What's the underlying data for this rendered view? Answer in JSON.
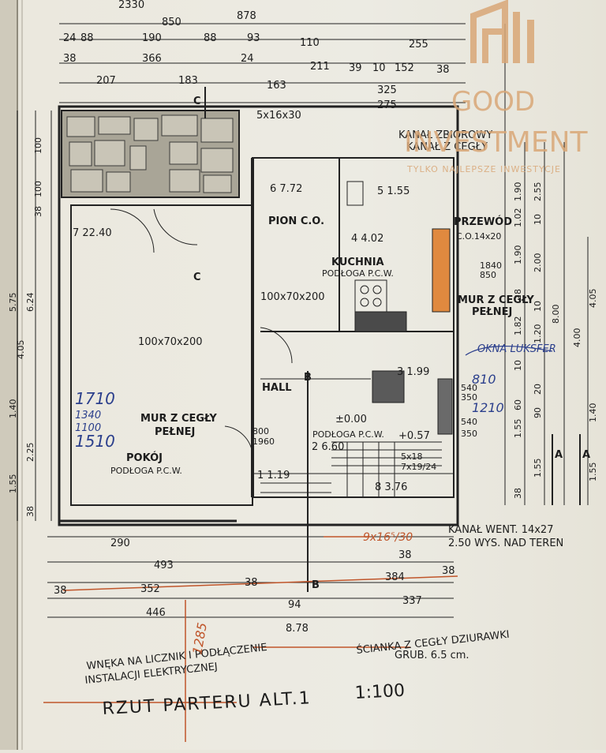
{
  "title": {
    "text": "RZUT PARTERU ALT.1",
    "scale": "1:100"
  },
  "logo": {
    "line1": "GOOD",
    "line2": "INVESTMENT",
    "tagline": "TYLKO NAJLEPSZE INWESTYCJE"
  },
  "top_dims": [
    "2330",
    "850",
    "878",
    "24",
    "88",
    "190",
    "88",
    "93",
    "110",
    "255",
    "38",
    "366",
    "24",
    "211",
    "39",
    "10",
    "152",
    "38",
    "207",
    "183",
    "163",
    "325",
    "275"
  ],
  "left_dims": [
    "100",
    "100",
    "38",
    "6.24",
    "5.75",
    "4.05",
    "1.40",
    "2.25",
    "1.55",
    "38"
  ],
  "right_dims": [
    "2.55",
    "10",
    "1.90",
    "1.02",
    "1.90",
    "2.00",
    "28",
    "10",
    "8.00",
    "4.05",
    "4.00",
    "1.82",
    "1.20",
    "10",
    "20",
    "60",
    "90",
    "1.55",
    "1.40",
    "1.55",
    "1.55",
    "38"
  ],
  "bottom_dims": [
    "290",
    "493",
    "38",
    "38",
    "38",
    "352",
    "38",
    "384",
    "337",
    "446",
    "94",
    "8.78"
  ],
  "areas": [
    "6 7.72",
    "5 1.55",
    "7 22.40",
    "4 4.02",
    "2 6.60",
    "1 1.19",
    "8 3.76",
    "3 1.99"
  ],
  "rooms": {
    "pion": "PION C.O.",
    "kuchnia": "KUCHNIA",
    "kuchnia_floor": "PODŁOGA P.C.W.",
    "hall": "HALL",
    "hall_floor": "PODŁOGA P.C.W.",
    "pokoj": "POKÓJ",
    "pokoj_floor": "PODŁOGA P.C.W.",
    "wall_brick_1": "MUR Z CEGŁY",
    "wall_brick_2": "PEŁNEJ"
  },
  "sections": {
    "a": "A",
    "b": "B",
    "c": "C"
  },
  "levels": {
    "zero": "±0.00",
    "plus": "+0.57"
  },
  "openings": {
    "window1": "100x70x200",
    "window2": "100x70x200",
    "vent": "5x16x30",
    "window3": "1840",
    "window3_h": "850",
    "window4": "540",
    "window4_h": "350",
    "window5": "540",
    "window5_h": "350",
    "door1": "800",
    "door1_h": "1960",
    "stairs1": "5x18",
    "stairs2": "7x19/24"
  },
  "notes": {
    "flue_1": "PRZEWÓD",
    "flue_2": "C.O.14x20",
    "channel_1": "KANAŁ ZBIOROWY",
    "channel_2": "KANAŁ Z CEGŁY",
    "vent_1": "KANAŁ WENT. 14x27",
    "vent_2": "2.50 WYS. NAD TEREN",
    "partition_1": "ŚCIANKA Z CEGŁY DZIURAWKI",
    "partition_2": "GRUB. 6.5 cm.",
    "niche_1": "WNĘKA NA LICZNIK I PODŁĄCZENIE",
    "niche_2": "INSTALACJI ELEKTRYCZNEJ"
  },
  "handwritten": [
    "1710",
    "1340",
    "1100",
    "1510",
    "OKNA LUKSFER",
    "810",
    "1210",
    "9x16⁵/30",
    "1285"
  ]
}
